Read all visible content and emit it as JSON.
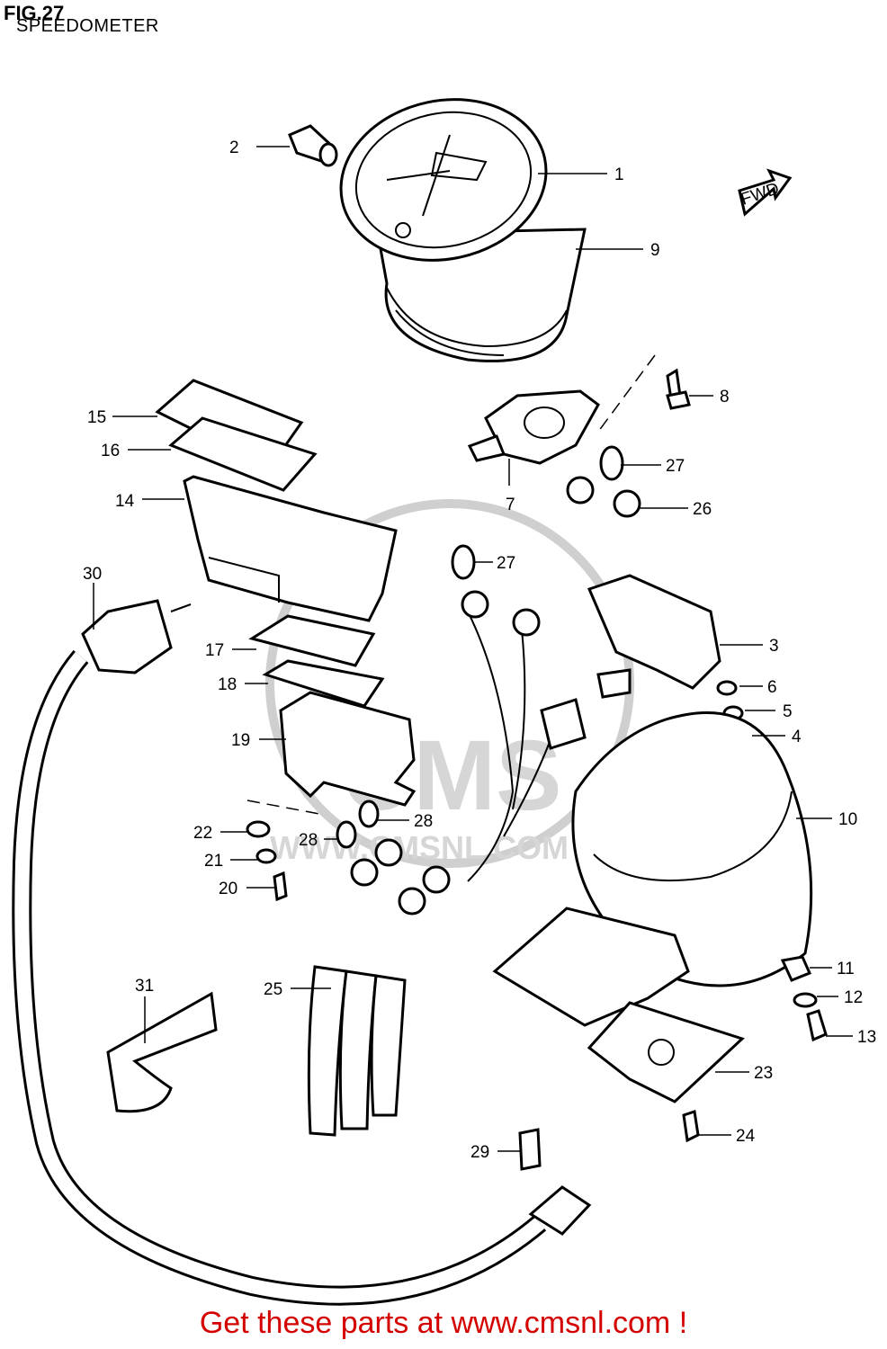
{
  "figure": {
    "title": "FIG.27",
    "subtitle": "SPEEDOMETER",
    "direction_tag": "FWD"
  },
  "callouts": [
    "1",
    "2",
    "3",
    "4",
    "5",
    "6",
    "7",
    "8",
    "9",
    "10",
    "11",
    "12",
    "13",
    "14",
    "15",
    "16",
    "17",
    "18",
    "19",
    "20",
    "21",
    "22",
    "23",
    "24",
    "25",
    "26",
    "27",
    "27",
    "28",
    "28",
    "29",
    "30",
    "31"
  ],
  "watermark": {
    "brand": "CMS",
    "url": "WWW.CMSNL.COM"
  },
  "footer": {
    "link_text": "Get these parts at www.cmsnl.com !",
    "link_color": "#d40000"
  }
}
